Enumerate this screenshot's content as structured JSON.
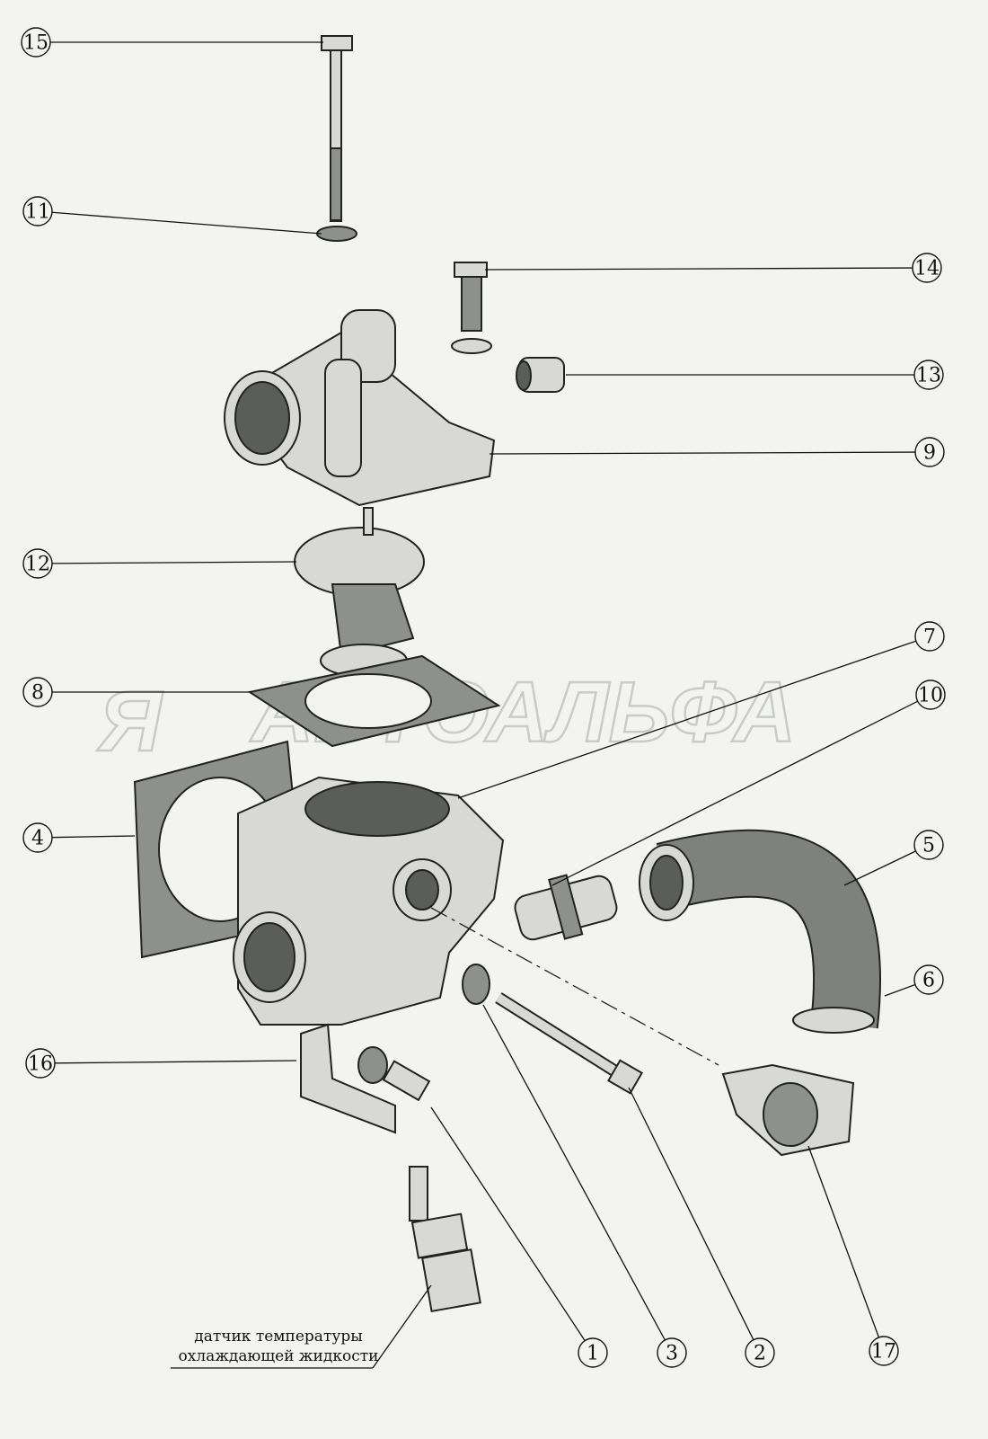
{
  "diagram": {
    "watermark": "АВТОАЛЬФА",
    "callouts": [
      {
        "id": "15",
        "label": "15"
      },
      {
        "id": "11",
        "label": "11"
      },
      {
        "id": "14",
        "label": "14"
      },
      {
        "id": "13",
        "label": "13"
      },
      {
        "id": "9",
        "label": "9"
      },
      {
        "id": "12",
        "label": "12"
      },
      {
        "id": "8",
        "label": "8"
      },
      {
        "id": "7",
        "label": "7"
      },
      {
        "id": "10",
        "label": "10"
      },
      {
        "id": "4",
        "label": "4"
      },
      {
        "id": "5",
        "label": "5"
      },
      {
        "id": "6",
        "label": "6"
      },
      {
        "id": "16",
        "label": "16"
      },
      {
        "id": "1",
        "label": "1"
      },
      {
        "id": "3",
        "label": "3"
      },
      {
        "id": "2",
        "label": "2"
      },
      {
        "id": "17",
        "label": "17"
      }
    ],
    "sensor_caption": {
      "line1": "датчик температуры",
      "line2": "охлаждающей жидкости"
    }
  }
}
